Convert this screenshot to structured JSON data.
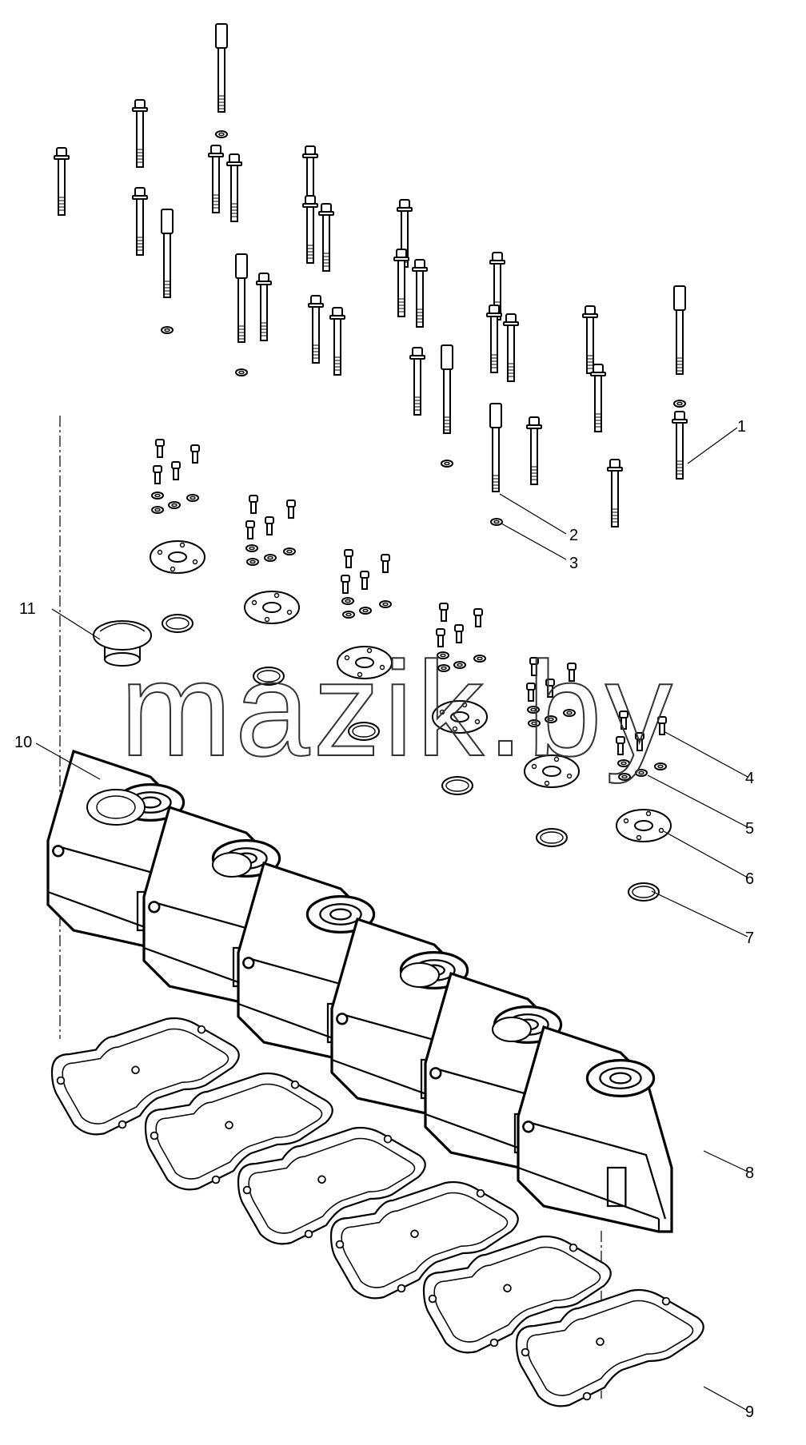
{
  "watermark": "mazik.by",
  "callouts": [
    {
      "id": "1",
      "label": "1"
    },
    {
      "id": "2",
      "label": "2"
    },
    {
      "id": "3",
      "label": "3"
    },
    {
      "id": "4",
      "label": "4"
    },
    {
      "id": "5",
      "label": "5"
    },
    {
      "id": "6",
      "label": "6"
    },
    {
      "id": "7",
      "label": "7"
    },
    {
      "id": "8",
      "label": "8"
    },
    {
      "id": "9",
      "label": "9"
    },
    {
      "id": "10",
      "label": "10"
    },
    {
      "id": "11",
      "label": "11"
    }
  ]
}
